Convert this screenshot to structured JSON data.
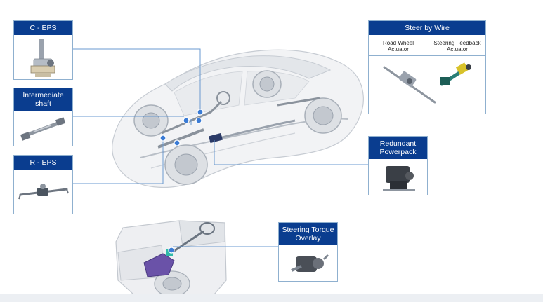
{
  "labels": {
    "c_eps": "C - EPS",
    "intermediate_shaft": "Intermediate shaft",
    "r_eps": "R - EPS",
    "steer_by_wire": "Steer by Wire",
    "road_wheel_actuator": "Road Wheel Actuator",
    "steering_feedback_actuator": "Steering Feedback Actuator",
    "redundant_powerpack": "Redundant Powerpack",
    "steering_torque_overlay": "Steering Torque Overlay"
  },
  "colors": {
    "header_blue": "#0a3d8f",
    "connector_blue": "#3a7bd5",
    "card_border": "#8fb0cf"
  },
  "icons": [
    "c-eps-unit-icon",
    "intermediate-shaft-icon",
    "r-eps-rack-icon",
    "road-wheel-actuator-icon",
    "steering-feedback-actuator-icon",
    "redundant-powerpack-icon",
    "steering-torque-overlay-icon",
    "sedan-xray-illustration",
    "truck-front-illustration"
  ]
}
